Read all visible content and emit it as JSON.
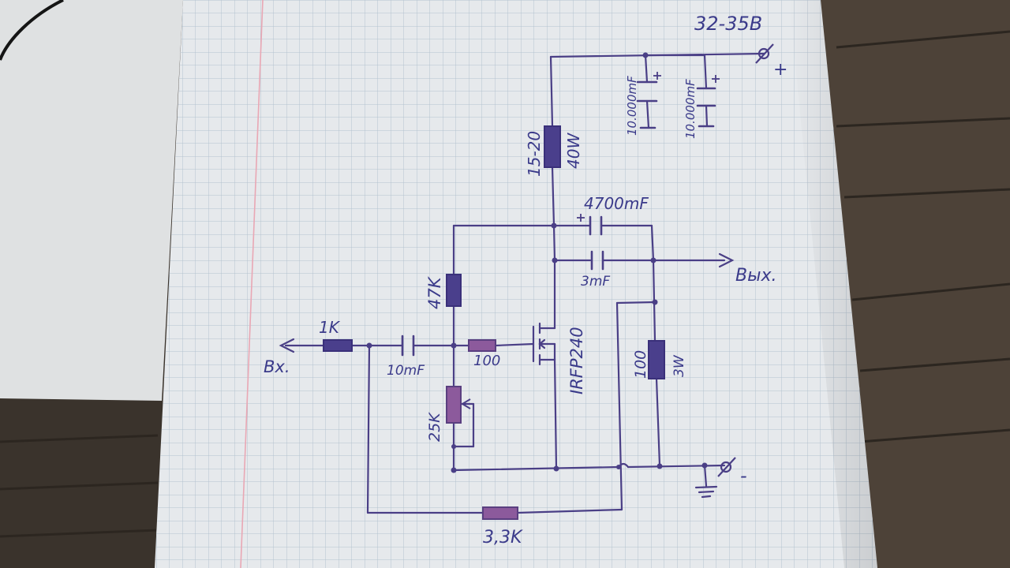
{
  "colors": {
    "wood_dark": "#3a332c",
    "wood_mid": "#574c41",
    "white_sheet": "#dfe1e2",
    "paper": "#e6e9ec",
    "grid": "#b4c2cf",
    "margin_line": "#e9a7b4",
    "ink": "#4a3f86",
    "resistor": "#4a3f8c",
    "resistor_pink": "#8c5a9c"
  },
  "labels": {
    "supply_voltage": "32-35B",
    "plus": "+",
    "minus": "-",
    "input": "Bx.",
    "output": "Bых.",
    "r_input": "1K",
    "c_input": "10mF",
    "r_gate": "100",
    "r_bias_top": "47K",
    "r_bias_pot": "25K",
    "transistor": "IRFP240",
    "r_load_value": "15-20",
    "r_load_power": "40W",
    "c_bootstrap": "4700mF",
    "c_output": "3mF",
    "r_out_value": "100",
    "r_out_power": "3W",
    "c_supply_1": "10.000mF",
    "c_supply_2": "10.000mF",
    "r_feedback": "3,3K"
  }
}
